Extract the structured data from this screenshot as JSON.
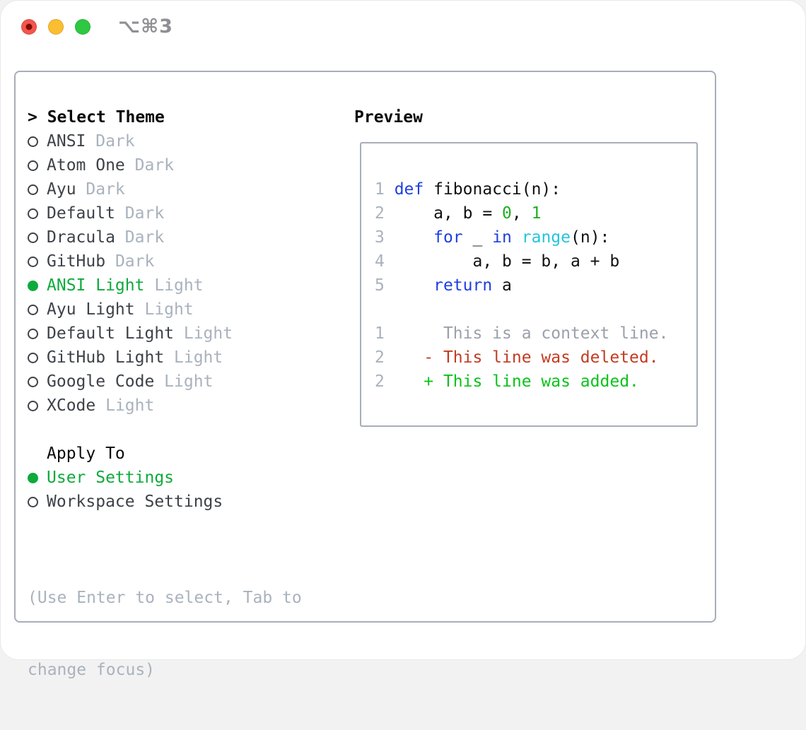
{
  "window": {
    "shortcut_label": "⌥⌘3"
  },
  "selector": {
    "cursor": "> ",
    "title": "Select Theme",
    "themes": [
      {
        "name": "ANSI",
        "variant": "Dark",
        "selected": false
      },
      {
        "name": "Atom One",
        "variant": "Dark",
        "selected": false
      },
      {
        "name": "Ayu",
        "variant": "Dark",
        "selected": false
      },
      {
        "name": "Default",
        "variant": "Dark",
        "selected": false
      },
      {
        "name": "Dracula",
        "variant": "Dark",
        "selected": false
      },
      {
        "name": "GitHub",
        "variant": "Dark",
        "selected": false
      },
      {
        "name": "ANSI Light",
        "variant": "Light",
        "selected": true
      },
      {
        "name": "Ayu Light",
        "variant": "Light",
        "selected": false
      },
      {
        "name": "Default Light",
        "variant": "Light",
        "selected": false
      },
      {
        "name": "GitHub Light",
        "variant": "Light",
        "selected": false
      },
      {
        "name": "Google Code",
        "variant": "Light",
        "selected": false
      },
      {
        "name": "XCode",
        "variant": "Light",
        "selected": false
      }
    ]
  },
  "apply_to": {
    "title": "Apply To",
    "options": [
      {
        "label": "User Settings",
        "selected": true
      },
      {
        "label": "Workspace Settings",
        "selected": false
      }
    ]
  },
  "help1": "(Use Enter to select, Tab to",
  "help2": "change focus)",
  "preview": {
    "title": "Preview",
    "lines": [
      {
        "num": "1 ",
        "segments": [
          {
            "text": "def",
            "color": "keyword"
          },
          {
            "text": " fibonacci(n):",
            "color": "code"
          }
        ]
      },
      {
        "num": "2 ",
        "segments": [
          {
            "text": "    a, b = ",
            "color": "code"
          },
          {
            "text": "0",
            "color": "literal"
          },
          {
            "text": ", ",
            "color": "code"
          },
          {
            "text": "1",
            "color": "literal"
          }
        ]
      },
      {
        "num": "3 ",
        "segments": [
          {
            "text": "    ",
            "color": "code"
          },
          {
            "text": "for",
            "color": "keyword"
          },
          {
            "text": " _ ",
            "color": "code"
          },
          {
            "text": "in",
            "color": "keyword"
          },
          {
            "text": " ",
            "color": "code"
          },
          {
            "text": "range",
            "color": "builtin"
          },
          {
            "text": "(n):",
            "color": "code"
          }
        ]
      },
      {
        "num": "4 ",
        "segments": [
          {
            "text": "        a, b = b, a + b",
            "color": "code"
          }
        ]
      },
      {
        "num": "5 ",
        "segments": [
          {
            "text": "    ",
            "color": "code"
          },
          {
            "text": "return",
            "color": "keyword"
          },
          {
            "text": " a",
            "color": "code"
          }
        ]
      },
      {
        "num": "",
        "segments": []
      },
      {
        "num": "1 ",
        "segments": [
          {
            "text": "     This is a context line.",
            "color": "context"
          }
        ]
      },
      {
        "num": "2 ",
        "segments": [
          {
            "text": "   - This line was deleted.",
            "color": "deleted"
          }
        ]
      },
      {
        "num": "2 ",
        "segments": [
          {
            "text": "   + This line was added.",
            "color": "added"
          }
        ]
      }
    ]
  },
  "colors": {
    "keyword": "#1e3fe0",
    "builtin": "#25c4da",
    "literal": "#1cb01f",
    "code": "#101113",
    "context": "#9aa1ab",
    "deleted": "#c43b20",
    "added": "#0bc31a",
    "line_number": "#a9b2bd",
    "text_dark": "#3d4248",
    "dim": "#a9b2bd",
    "black": "#0a0a0a",
    "ui_green": "#0daa3c",
    "panel_border": "#a7adb8",
    "traffic_red": "#f4554d",
    "traffic_red_dot": "#7d0d04",
    "traffic_yellow": "#fbbe30",
    "traffic_green": "#2ec842",
    "shortcut_gray": "#8f8f94"
  }
}
